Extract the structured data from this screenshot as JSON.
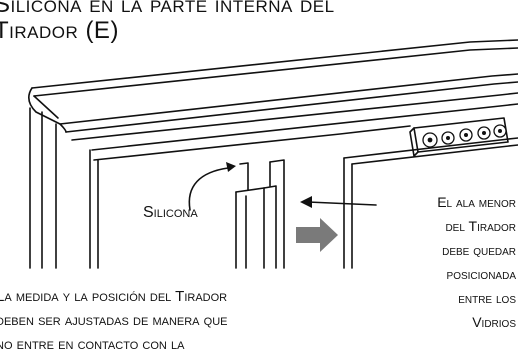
{
  "caption": {
    "line1": "Silicona en la parte interna del",
    "line2": "Tirador (E)"
  },
  "labels": {
    "silicona": "Silicona",
    "ala_lines": [
      "El ala menor",
      "del Tirador",
      "debe quedar",
      "posicionada",
      "entre los",
      "Vidrios"
    ]
  },
  "note": {
    "line1": "La medida y la posición del Tirador",
    "line2": "deben ser ajustadas de manera que",
    "line3": "no entre en contacto con la"
  }
}
